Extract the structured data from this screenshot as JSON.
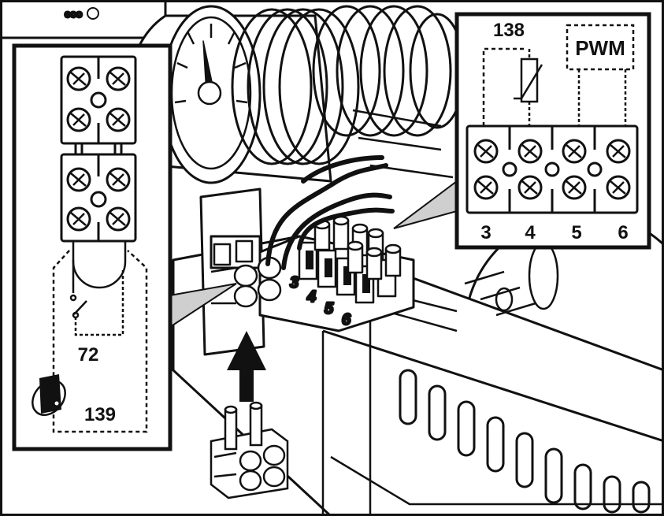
{
  "brand_mark": "eco",
  "colors": {
    "ink": "#111111",
    "paper": "#ffffff",
    "pale": "#f2f2f2",
    "callout": "#cfcfcf"
  },
  "left_inset": {
    "switch_label": "72",
    "sensor_label": "139",
    "icons": [
      "terminal-block-icon",
      "switch-icon",
      "flow-sensor-icon"
    ]
  },
  "right_inset": {
    "resistor_label": "138",
    "pwm_label": "PWM",
    "terminals": [
      "3",
      "4",
      "5",
      "6"
    ]
  },
  "main_view": {
    "terminal_numbers": [
      "3",
      "4",
      "5",
      "6"
    ],
    "icons": [
      "pressure-gauge-icon",
      "pump-coil-icon",
      "insert-arrow-icon",
      "connector-plug-icon"
    ]
  }
}
